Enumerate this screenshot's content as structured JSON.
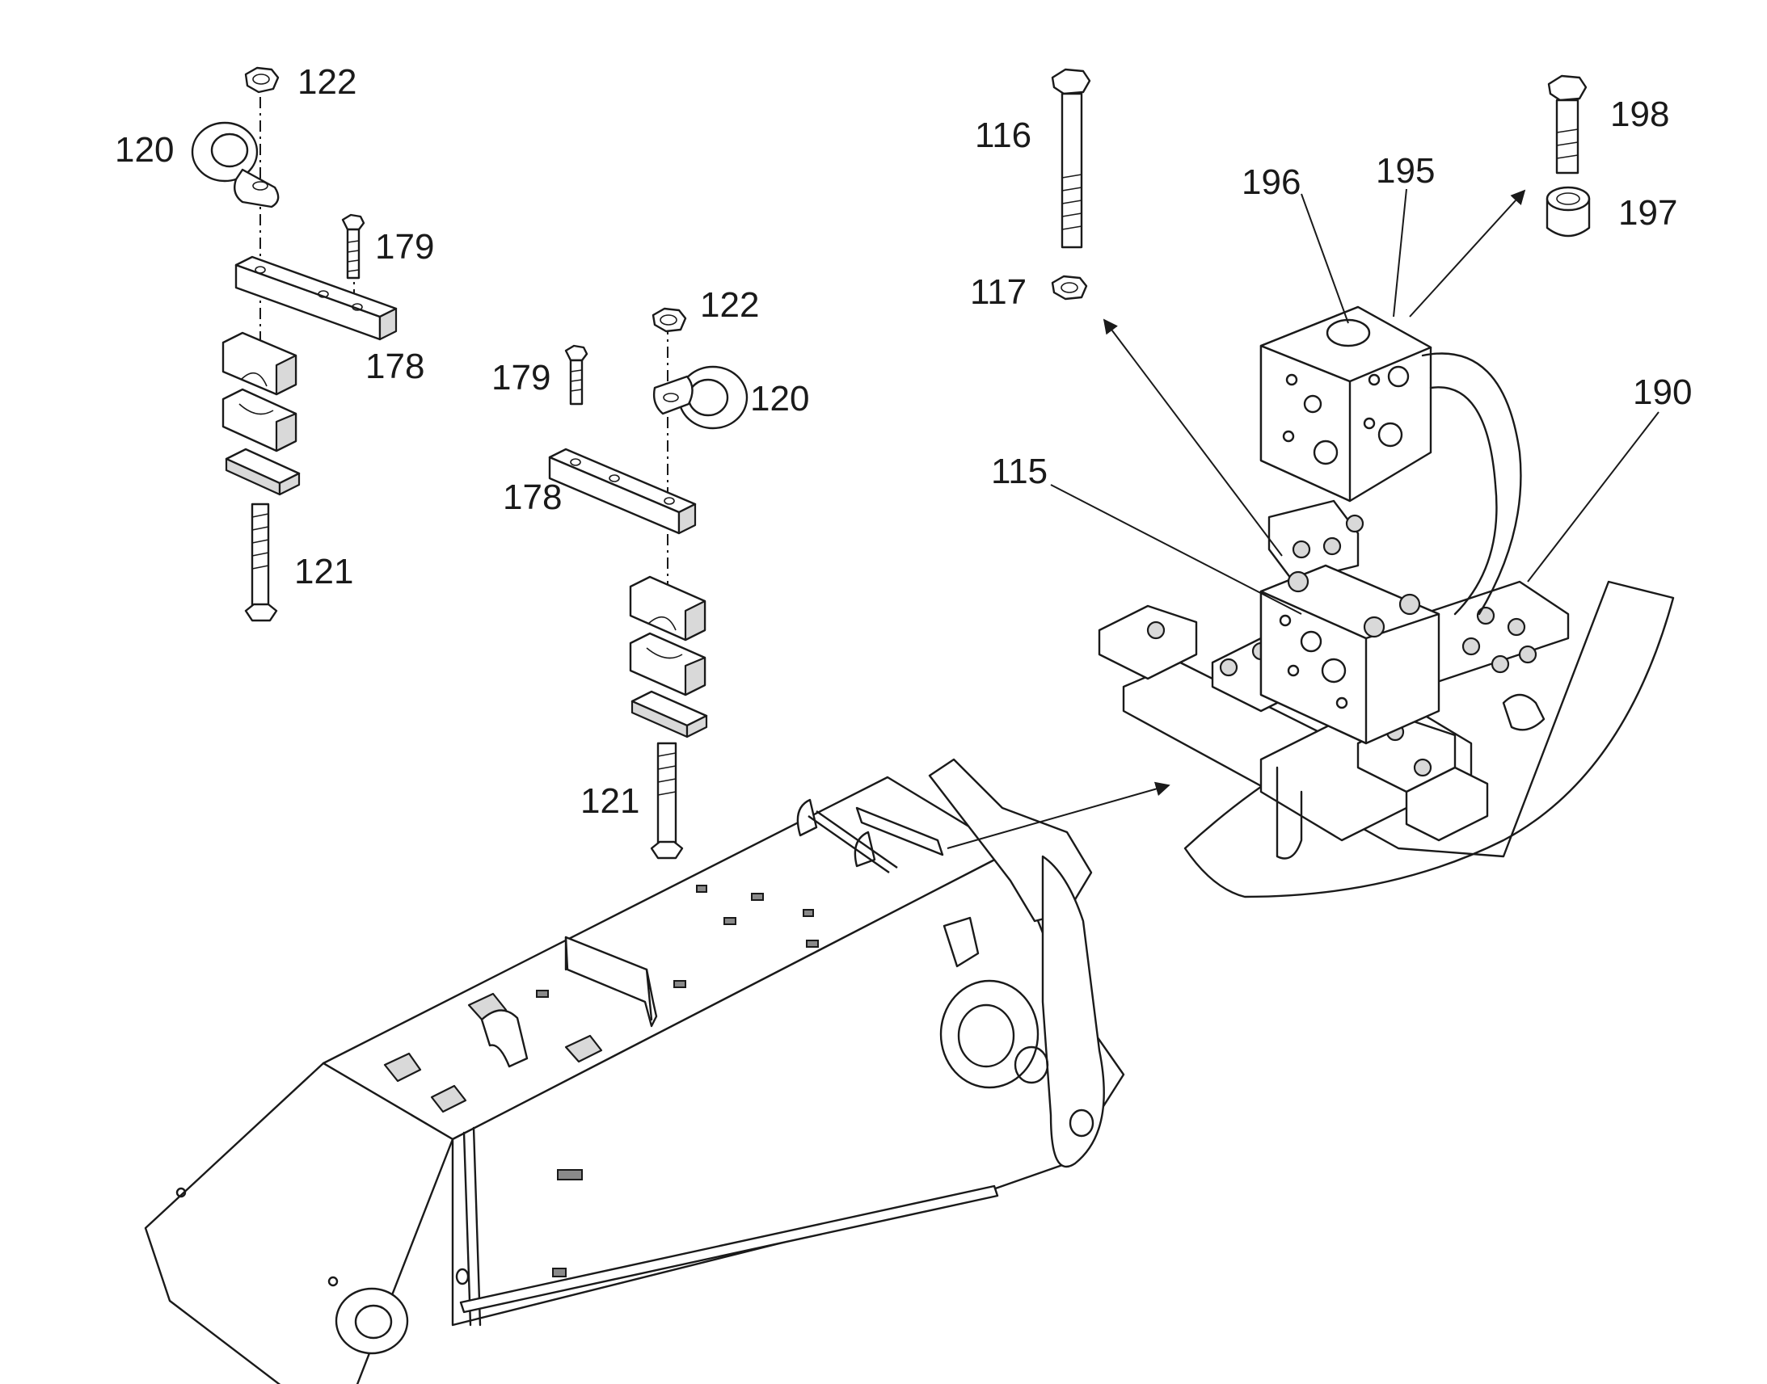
{
  "labels": {
    "l122a": "122",
    "l120a": "120",
    "l179a": "179",
    "l178a": "178",
    "l121a": "121",
    "l122b": "122",
    "l179b": "179",
    "l120b": "120",
    "l178b": "178",
    "l121b": "121",
    "l116": "116",
    "l117": "117",
    "l115": "115",
    "l196": "196",
    "l195": "195",
    "l198": "198",
    "l197": "197",
    "l190": "190"
  }
}
